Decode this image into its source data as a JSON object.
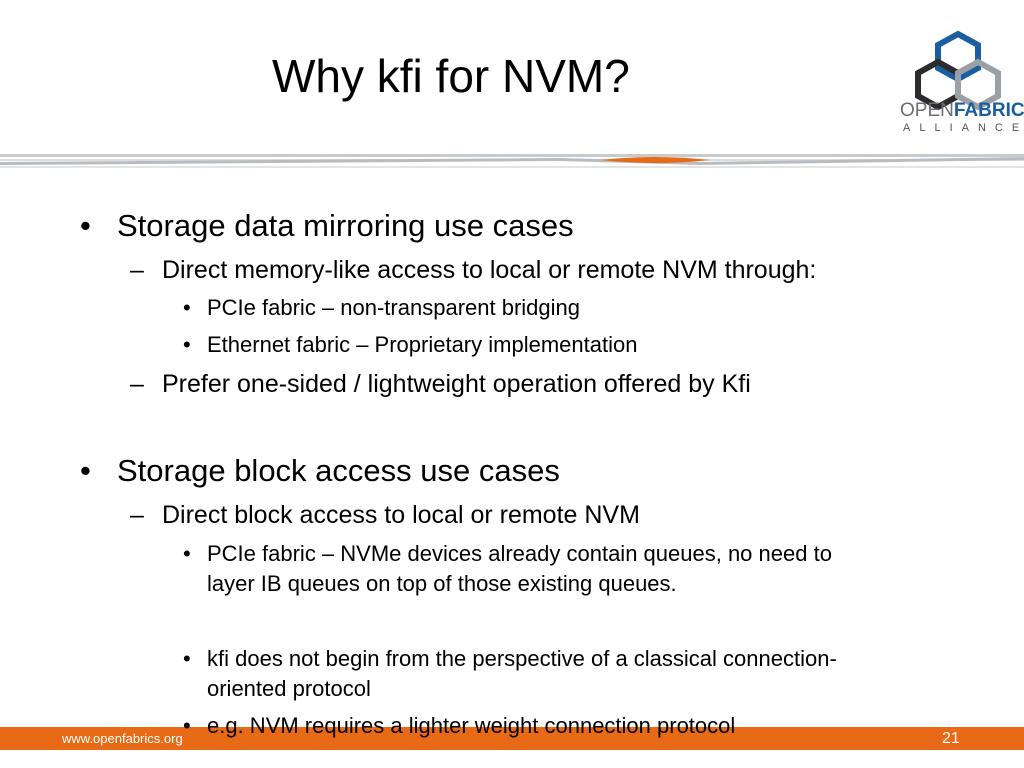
{
  "slide": {
    "title": "Why kfi for NVM?",
    "logo": {
      "word_open": "OPEN",
      "word_fabrics": "FABRICS",
      "word_alliance": "ALLIANCE",
      "colors": {
        "hex_blue": "#1a5ea0",
        "hex_gray": "#6b6f73",
        "hex_dark": "#2b2b2b"
      }
    },
    "bullets": {
      "b1": "Storage data mirroring use cases",
      "b1_1": "Direct memory-like access to local or remote NVM through:",
      "b1_1_1": "PCIe fabric – non-transparent bridging",
      "b1_1_2": "Ethernet fabric – Proprietary implementation",
      "b1_2": "Prefer one-sided / lightweight operation offered by Kfi",
      "b2": "Storage block access use cases",
      "b2_1": "Direct block access to local or remote NVM",
      "b2_1_1_line1": "PCIe fabric – NVMe devices already contain queues, no need to",
      "b2_1_1_line2": "layer IB queues on top of those existing queues.",
      "b2_1_2_line1": "kfi does not begin from the perspective of a classical connection-",
      "b2_1_2_line2": "oriented protocol",
      "b2_1_3": "e.g. NVM requires a lighter weight connection protocol"
    },
    "markers": {
      "bullet": "•",
      "dash": "–"
    },
    "footer": {
      "url": "www.openfabrics.org",
      "page": "21"
    },
    "colors": {
      "accent": "#e86a17",
      "rule_gray": "#b9bcbf"
    }
  }
}
